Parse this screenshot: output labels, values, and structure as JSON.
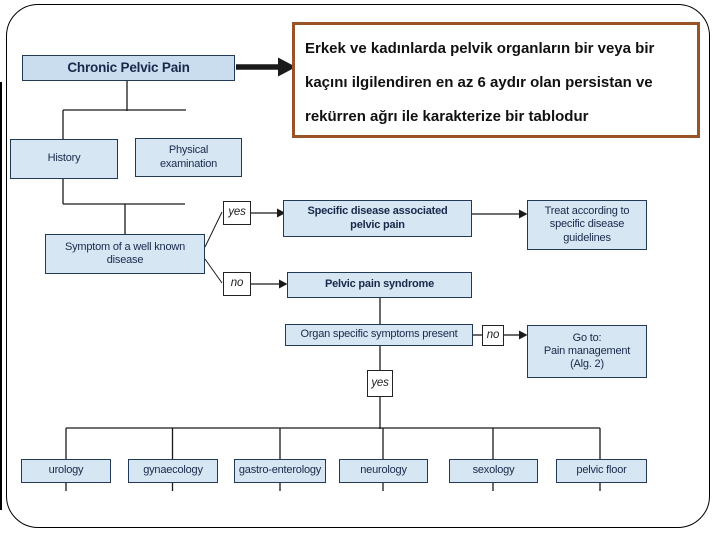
{
  "slide": {
    "note": {
      "text": "Erkek ve kadınlarda pelvik organların bir veya bir\nkaçını ilgilendiren en az 6 aydır olan persistan ve\nrekürren ağrı ile karakterize bir tablodur",
      "border_color": "#9a5328"
    },
    "flowchart": {
      "nodes": {
        "chronic_pelvic_pain": "Chronic Pelvic Pain",
        "history": "History",
        "physical_examination": "Physical\nexamination",
        "symptom_well_known_disease": "Symptom of a well known\ndisease",
        "yes_label_1": "yes",
        "no_label_1": "no",
        "specific_disease_pelvic_pain": "Specific disease associated\npelvic pain",
        "treat_guidelines": "Treat according to\nspecific disease\nguidelines",
        "pelvic_pain_syndrome": "Pelvic pain syndrome",
        "organ_specific_symptoms": "Organ specific symptoms present",
        "no_label_2": "no",
        "go_to_pain_management": "Go to:\nPain management\n(Alg. 2)",
        "yes_label_2": "yes",
        "specialties": [
          "urology",
          "gynaecology",
          "gastro-enterology",
          "neurology",
          "sexology",
          "pelvic floor"
        ]
      },
      "colors": {
        "node_fill": "#d7e6f3",
        "node_border": "#233a57",
        "line_color": "#1a1a1a"
      }
    }
  }
}
